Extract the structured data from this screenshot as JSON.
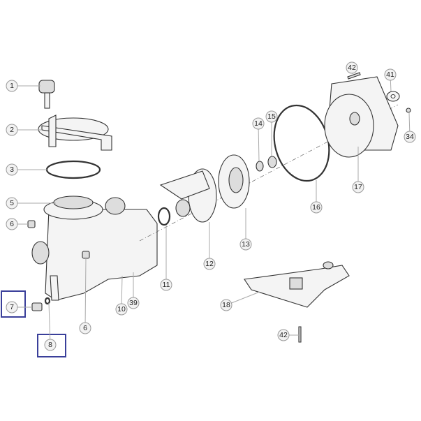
{
  "diagram": {
    "callouts": [
      "1",
      "2",
      "3",
      "5",
      "6",
      "7",
      "8",
      "6",
      "10",
      "39",
      "11",
      "12",
      "13",
      "14",
      "15",
      "16",
      "17",
      "42",
      "41",
      "34",
      "18",
      "42"
    ],
    "highlighted": [
      "7",
      "8"
    ],
    "highlight_color": "#3a3f9a"
  }
}
